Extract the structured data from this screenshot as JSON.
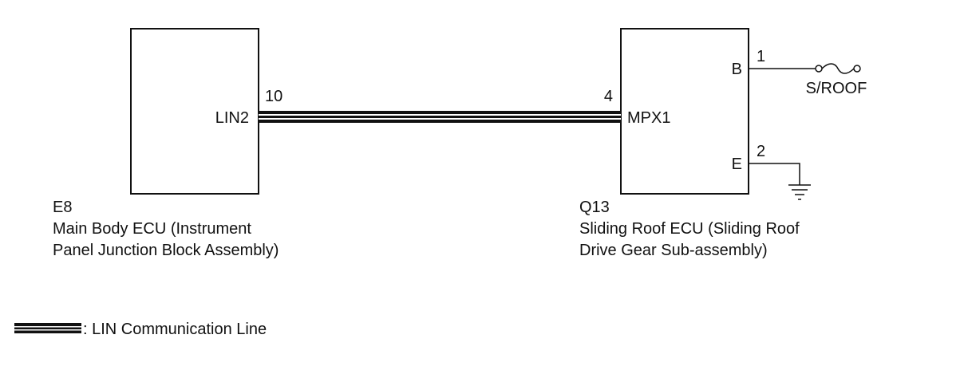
{
  "colors": {
    "ink": "#111111",
    "background": "#ffffff"
  },
  "ecu_left": {
    "code": "E8",
    "name_line1": "Main Body ECU (Instrument",
    "name_line2": "Panel Junction Block Assembly)",
    "terminal_name": "LIN2",
    "terminal_pin": "10"
  },
  "ecu_right": {
    "code": "Q13",
    "name_line1": "Sliding Roof ECU (Sliding Roof",
    "name_line2": "Drive Gear Sub-assembly)",
    "terminals": {
      "mpx": {
        "name": "MPX1",
        "pin": "4"
      },
      "b": {
        "name": "B",
        "pin": "1"
      },
      "e": {
        "name": "E",
        "pin": "2"
      }
    }
  },
  "fuse": {
    "label": "S/ROOF",
    "icon": "fuse-icon"
  },
  "ground": {
    "icon": "ground-icon"
  },
  "legend": {
    "text": ": LIN Communication Line",
    "icon": "lin-line-icon"
  }
}
